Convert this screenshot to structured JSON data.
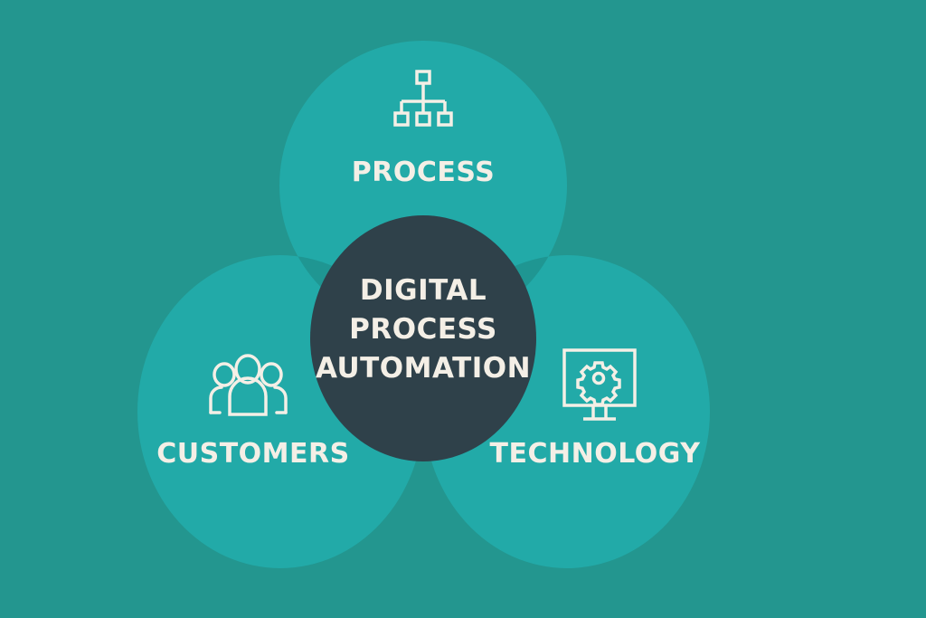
{
  "title": "Digital Process Automation",
  "center": {
    "lines": [
      "DIGITAL",
      "PROCESS",
      "AUTOMATION"
    ]
  },
  "circles": [
    {
      "label": "PROCESS",
      "icon": "hierarchy-icon"
    },
    {
      "label": "CUSTOMERS",
      "icon": "people-icon"
    },
    {
      "label": "TECHNOLOGY",
      "icon": "monitor-gear-icon"
    }
  ],
  "colors": {
    "background": "#23968f",
    "circle": "#22aaa8",
    "overlap": "#1f9692",
    "center": "#2f414a",
    "text": "#f4efe6"
  }
}
